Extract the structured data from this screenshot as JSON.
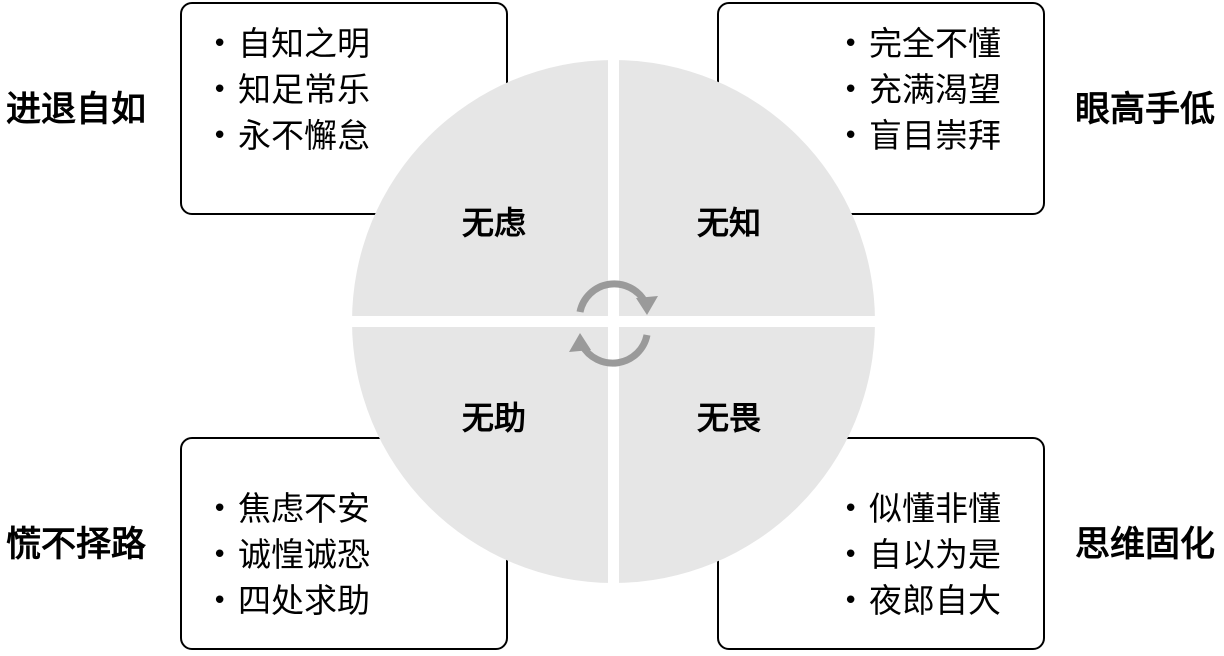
{
  "quadrants": {
    "top_left": {
      "center_label": "无虑",
      "side_label": "进退自如",
      "items": [
        "自知之明",
        "知足常乐",
        "永不懈怠"
      ]
    },
    "top_right": {
      "center_label": "无知",
      "side_label": "眼高手低",
      "items": [
        "完全不懂",
        "充满渴望",
        "盲目崇拜"
      ]
    },
    "bottom_left": {
      "center_label": "无助",
      "side_label": "慌不择路",
      "items": [
        "焦虑不安",
        "诚惶诚恐",
        "四处求助"
      ]
    },
    "bottom_right": {
      "center_label": "无畏",
      "side_label": "思维固化",
      "items": [
        "似懂非懂",
        "自以为是",
        "夜郎自大"
      ]
    }
  },
  "center_icon": "cycle-arrows-icon",
  "colors": {
    "circle_fill": "#e6e6e6",
    "divider": "#ffffff",
    "icon": "#9a9a9a",
    "box_border": "#000000"
  }
}
